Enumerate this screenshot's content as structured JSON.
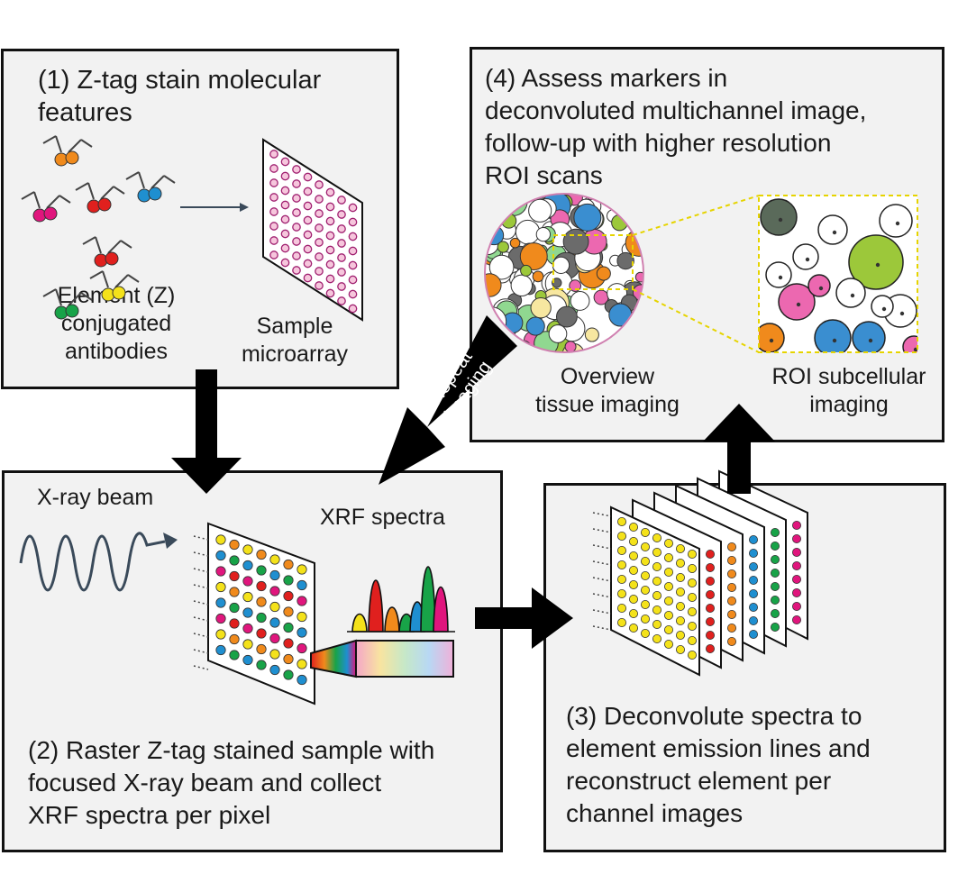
{
  "panel1": {
    "title": "(1) Z-tag stain molecular\nfeatures",
    "antibody_label": "Element (Z)\nconjugated\nantibodies",
    "microarray_label": "Sample\nmicroarray"
  },
  "panel2": {
    "title": "(2) Raster Z-tag stained sample with\nfocused X-ray beam and collect\nXRF spectra per pixel",
    "beam_label": "X-ray beam",
    "spectra_label": "XRF spectra"
  },
  "panel3": {
    "title": "(3) Deconvolute spectra to\nelement emission lines and\nreconstruct element per\nchannel images"
  },
  "panel4": {
    "title": "(4) Assess markers in\ndeconvoluted multichannel image,\nfollow-up with higher resolution\nROI scans",
    "overview_label": "Overview\ntissue imaging",
    "roi_label": "ROI subcellular\nimaging"
  },
  "repeat_label": "Repeat\nimaging",
  "colors": {
    "panel_bg": "#f2f2f2",
    "border": "#111111",
    "orange": "#f08a1c",
    "magenta": "#e0167d",
    "red": "#e0201e",
    "blue": "#1f8fd0",
    "green": "#18a348",
    "yellow": "#f4e21a",
    "pink": "#ec68b0",
    "lime": "#9cc83a",
    "steel": "#3a4a5a"
  }
}
